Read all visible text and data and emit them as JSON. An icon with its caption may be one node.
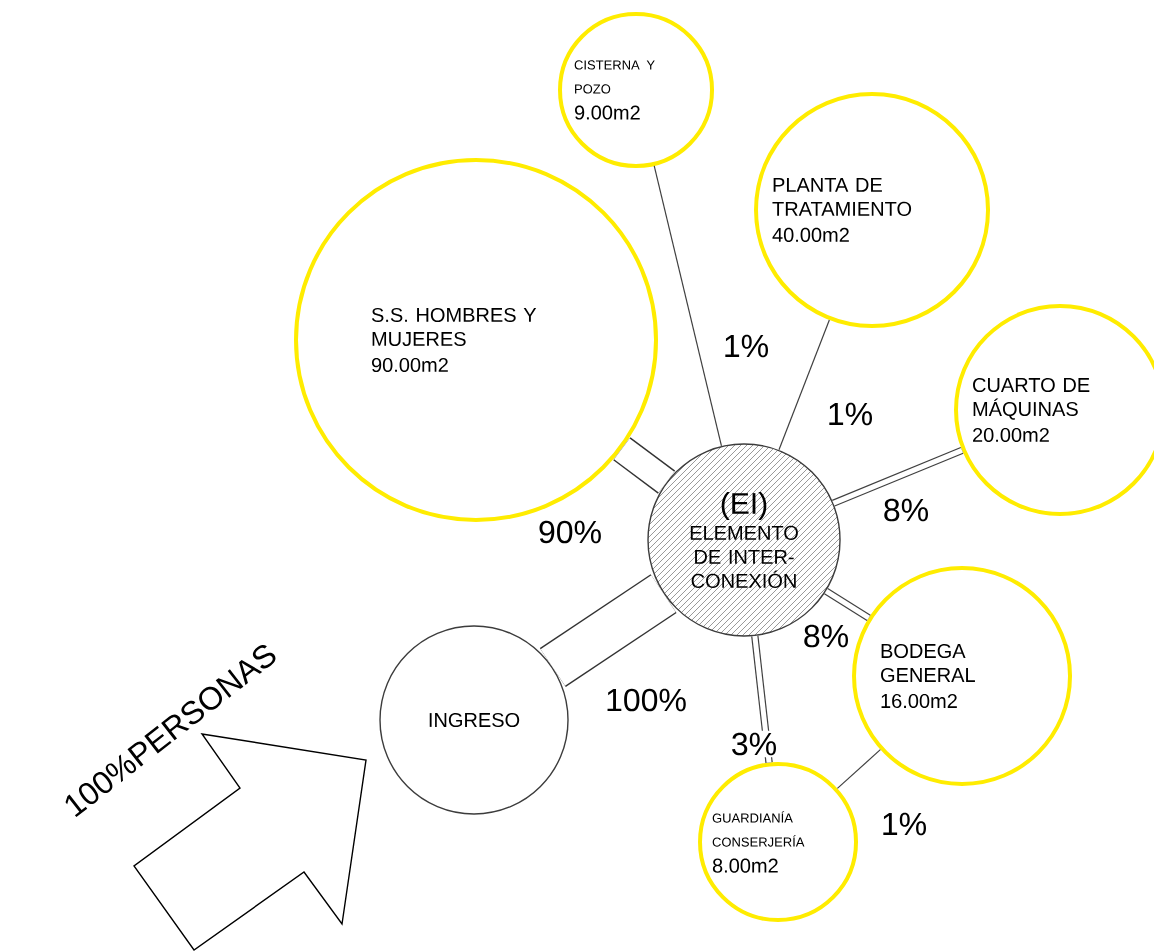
{
  "diagram": {
    "nodes": [
      {
        "text": [
          "S.S. HOMBRES Y MUJERES",
          "90.00m2"
        ]
      },
      {
        "text": [
          "CISTERNA Y POZO",
          "9.00m2"
        ]
      },
      {
        "text": [
          "PLANTA DE TRATAMIENTO",
          "40.00m2"
        ]
      },
      {
        "text": [
          "CUARTO DE MÁQUINAS",
          "20.00m2"
        ]
      },
      {
        "text": [
          "(EI)",
          "ELEMENTO DE INTER-CONEXIÓN"
        ]
      },
      {
        "text": [
          "INGRESO"
        ]
      },
      {
        "text": [
          "BODEGA GENERAL",
          "16.00m2"
        ]
      },
      {
        "text": [
          "GUARDIANÍA CONSERJERÍA",
          "8.00m2"
        ]
      }
    ],
    "edges": [
      {
        "from": 4,
        "to": 0,
        "arrow": "none",
        "label": "90%",
        "style": "thick"
      },
      {
        "from": 4,
        "to": 1,
        "arrow": "none",
        "label": "1%"
      },
      {
        "from": 4,
        "to": 2,
        "arrow": "none",
        "label": "1%"
      },
      {
        "from": 4,
        "to": 3,
        "arrow": "none",
        "label": "8%"
      },
      {
        "from": 4,
        "to": 6,
        "arrow": "none",
        "label": "8%"
      },
      {
        "from": 4,
        "to": 7,
        "arrow": "none",
        "label": "3%"
      },
      {
        "from": 5,
        "to": 4,
        "arrow": "none",
        "label": "100%",
        "style": "thick"
      },
      {
        "from": 7,
        "to": 6,
        "arrow": "none",
        "label": "1%"
      },
      {
        "from": null,
        "to": 5,
        "arrow": "to",
        "label": "100%PERSONAS"
      }
    ]
  }
}
